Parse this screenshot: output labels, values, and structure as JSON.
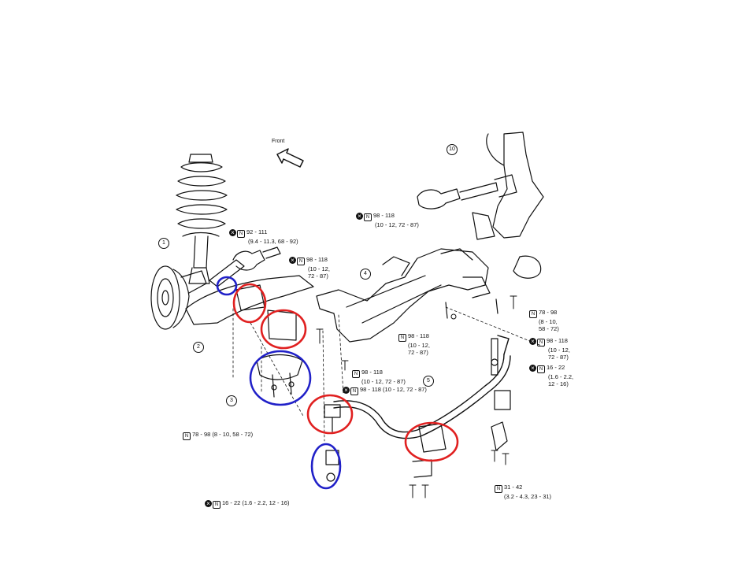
{
  "front_label": "Front",
  "callouts": [
    "1",
    "2",
    "3",
    "4",
    "5",
    "10"
  ],
  "torques": [
    {
      "id": "t1",
      "sym": "x",
      "lines": [
        "92 - 111",
        "(9.4 - 11.3, 68 - 92)"
      ]
    },
    {
      "id": "t2",
      "sym": "x",
      "lines": [
        "98 - 118",
        "(10 - 12,",
        "72 - 87)"
      ]
    },
    {
      "id": "t3",
      "sym": "x",
      "lines": [
        "98 - 118",
        "(10 - 12, 72 - 87)"
      ]
    },
    {
      "id": "t4",
      "sym": "",
      "lines": [
        "78 - 98",
        "(8 - 10,",
        "58 - 72)"
      ]
    },
    {
      "id": "t5",
      "sym": "x",
      "lines": [
        "98 - 118",
        "(10 - 12,",
        "72 - 87)"
      ]
    },
    {
      "id": "t6",
      "sym": "",
      "lines": [
        "98 - 118",
        "(10 - 12,",
        "72 - 87)"
      ]
    },
    {
      "id": "t7",
      "sym": "x",
      "lines": [
        "16 - 22",
        "(1.6 - 2.2,",
        "12 - 16)"
      ]
    },
    {
      "id": "t8",
      "sym": "",
      "lines": [
        "98 - 118",
        "(10 - 12, 72 - 87)"
      ]
    },
    {
      "id": "t9",
      "sym": "x",
      "lines": [
        "98 - 118 (10 - 12, 72 - 87)"
      ]
    },
    {
      "id": "t10",
      "sym": "",
      "lines": [
        "78 - 98 (8 - 10, 58 - 72)"
      ]
    },
    {
      "id": "t11",
      "sym": "",
      "lines": [
        "31 - 42",
        "(3.2 - 4.3, 23 - 31)"
      ]
    },
    {
      "id": "t12",
      "sym": "x",
      "lines": [
        "16 - 22 (1.6 - 2.2, 12 - 16)"
      ]
    }
  ],
  "highlight_colors": {
    "red": "#e02020",
    "blue": "#2020c8"
  }
}
